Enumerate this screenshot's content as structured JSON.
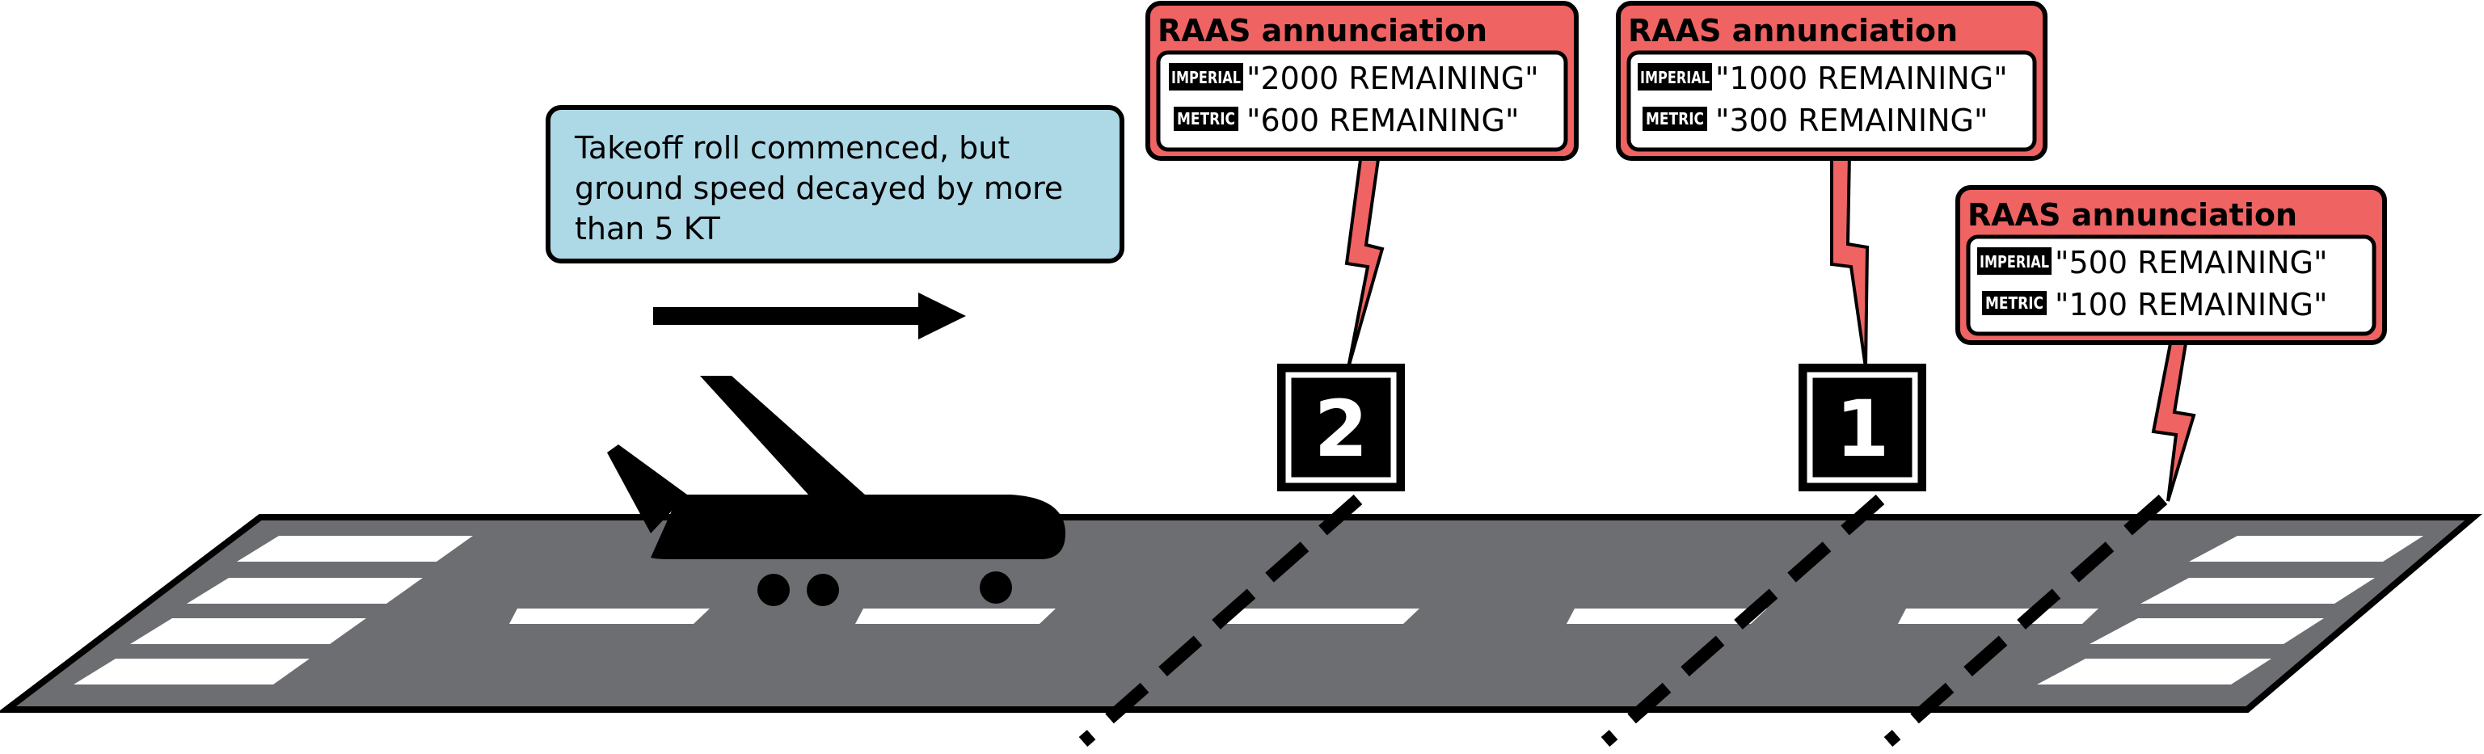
{
  "colors": {
    "runway": "#6d6e71",
    "marking": "#ffffff",
    "outline": "#000000",
    "callout_fill": "#ef6363",
    "info_fill": "#add8e6",
    "bolt": "#ef6363",
    "aircraft": "#000000"
  },
  "info_box": {
    "lines": [
      "Takeoff roll commenced, but",
      "ground speed decayed by more",
      "than 5 KT"
    ]
  },
  "callouts": [
    {
      "title": "RAAS annunciation",
      "imperial_tag": "IMPERIAL",
      "imperial_text": "\"2000 REMAINING\"",
      "metric_tag": "METRIC",
      "metric_text": "\"600 REMAINING\""
    },
    {
      "title": "RAAS annunciation",
      "imperial_tag": "IMPERIAL",
      "imperial_text": "\"1000 REMAINING\"",
      "metric_tag": "METRIC",
      "metric_text": "\"300 REMAINING\""
    },
    {
      "title": "RAAS annunciation",
      "imperial_tag": "IMPERIAL",
      "imperial_text": "\"500 REMAINING\"",
      "metric_tag": "METRIC",
      "metric_text": "\"100 REMAINING\""
    }
  ],
  "distance_signs": [
    "2",
    "1"
  ],
  "icons": [
    "aircraft-icon",
    "direction-arrow-icon",
    "lightning-bolt-icon"
  ]
}
